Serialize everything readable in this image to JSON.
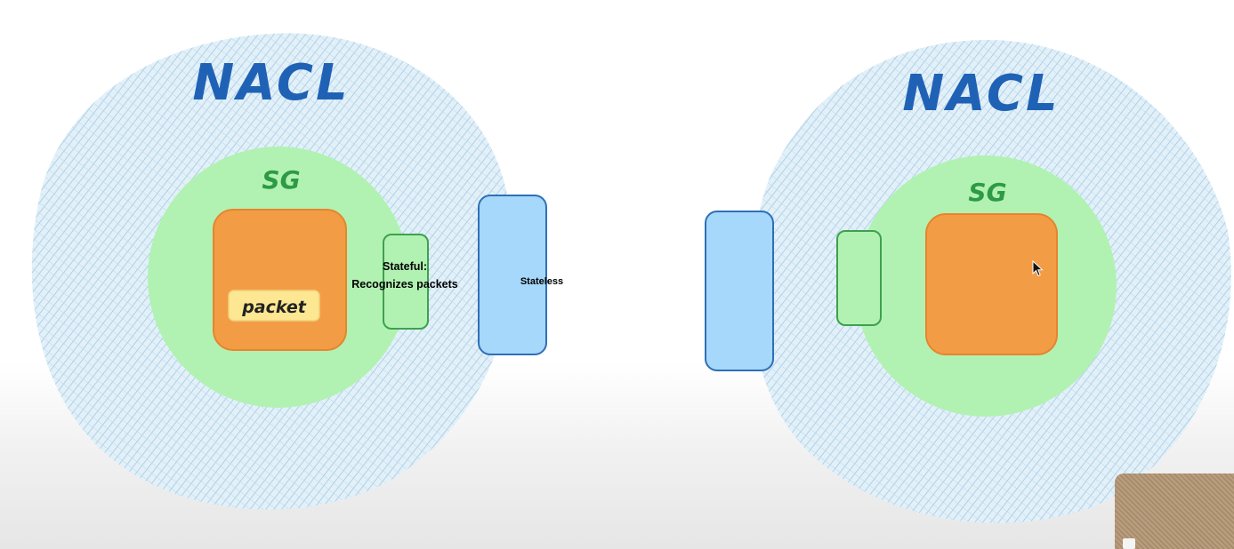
{
  "diagram": {
    "left": {
      "nacl_label": "NACL",
      "sg_label": "SG",
      "packet_label": "packet",
      "stateful_note": [
        "Stateful:",
        "Recognizes packets"
      ],
      "stateless_note": "Stateless"
    },
    "right": {
      "nacl_label": "NACL",
      "sg_label": "SG"
    }
  },
  "colors": {
    "nacl_fill": "#bcdcf0",
    "sg_fill": "#b1f2b2",
    "instance_fill": "#f39c46",
    "packet_fill": "#fde792",
    "nacl_gate_fill": "#a5d8fa",
    "sg_gate_fill": "#b1f2b2",
    "label_blue": "#1f62b5",
    "label_green": "#2e9a45"
  }
}
